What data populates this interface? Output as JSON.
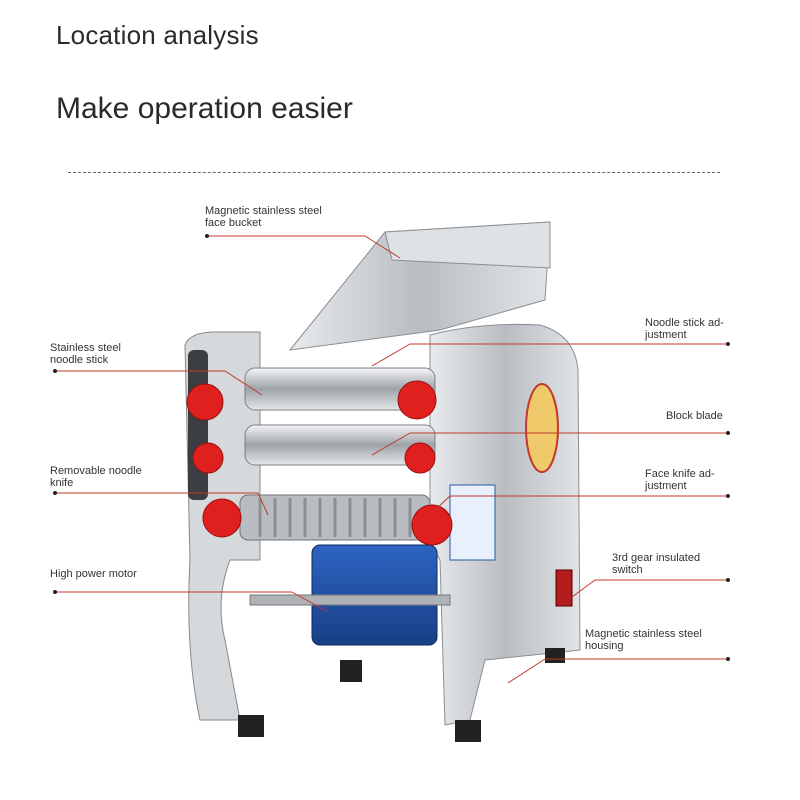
{
  "header": {
    "title": "Location analysis",
    "subtitle": "Make operation easier"
  },
  "labels": {
    "face_bucket": [
      "Magnetic stainless steel",
      "face bucket"
    ],
    "noodle_stick": [
      "Stainless steel",
      "noodle stick"
    ],
    "noodle_knife": [
      "Removable noodle",
      "knife"
    ],
    "motor": [
      "High power motor"
    ],
    "stick_adjustment": [
      "Noodle stick ad-",
      "justment"
    ],
    "block_blade": [
      "Block blade"
    ],
    "knife_adjustment": [
      "Face knife ad-",
      "justment"
    ],
    "gear_switch": [
      "3rd gear insulated",
      "switch"
    ],
    "housing": [
      "Magnetic stainless steel",
      "housing"
    ]
  },
  "colors": {
    "leader_line": "#c0392b",
    "knob": "#e0201e",
    "motor": "#1e4fa0",
    "steel": "#c8ccd0"
  }
}
